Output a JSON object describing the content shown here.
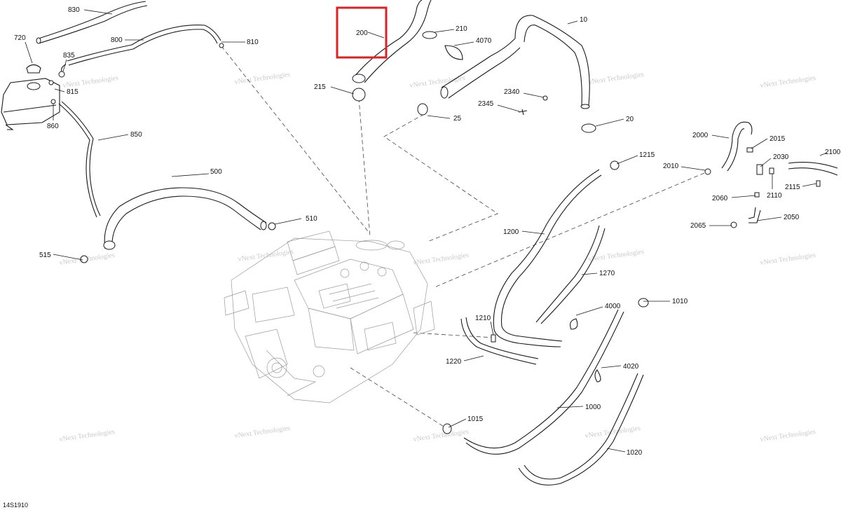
{
  "figure_ref": "14S1910",
  "highlight_label": "200",
  "watermark": "vNext Technologies",
  "parts": [
    "830",
    "720",
    "800",
    "810",
    "835",
    "815",
    "860",
    "850",
    "500",
    "510",
    "515",
    "200",
    "210",
    "4070",
    "215",
    "25",
    "2340",
    "2345",
    "10",
    "20",
    "2000",
    "2015",
    "2030",
    "2100",
    "2010",
    "1215",
    "2060",
    "2110",
    "2115",
    "2050",
    "2065",
    "1200",
    "1270",
    "4000",
    "1010",
    "1210",
    "1220",
    "1000",
    "4020",
    "1015",
    "1020"
  ]
}
